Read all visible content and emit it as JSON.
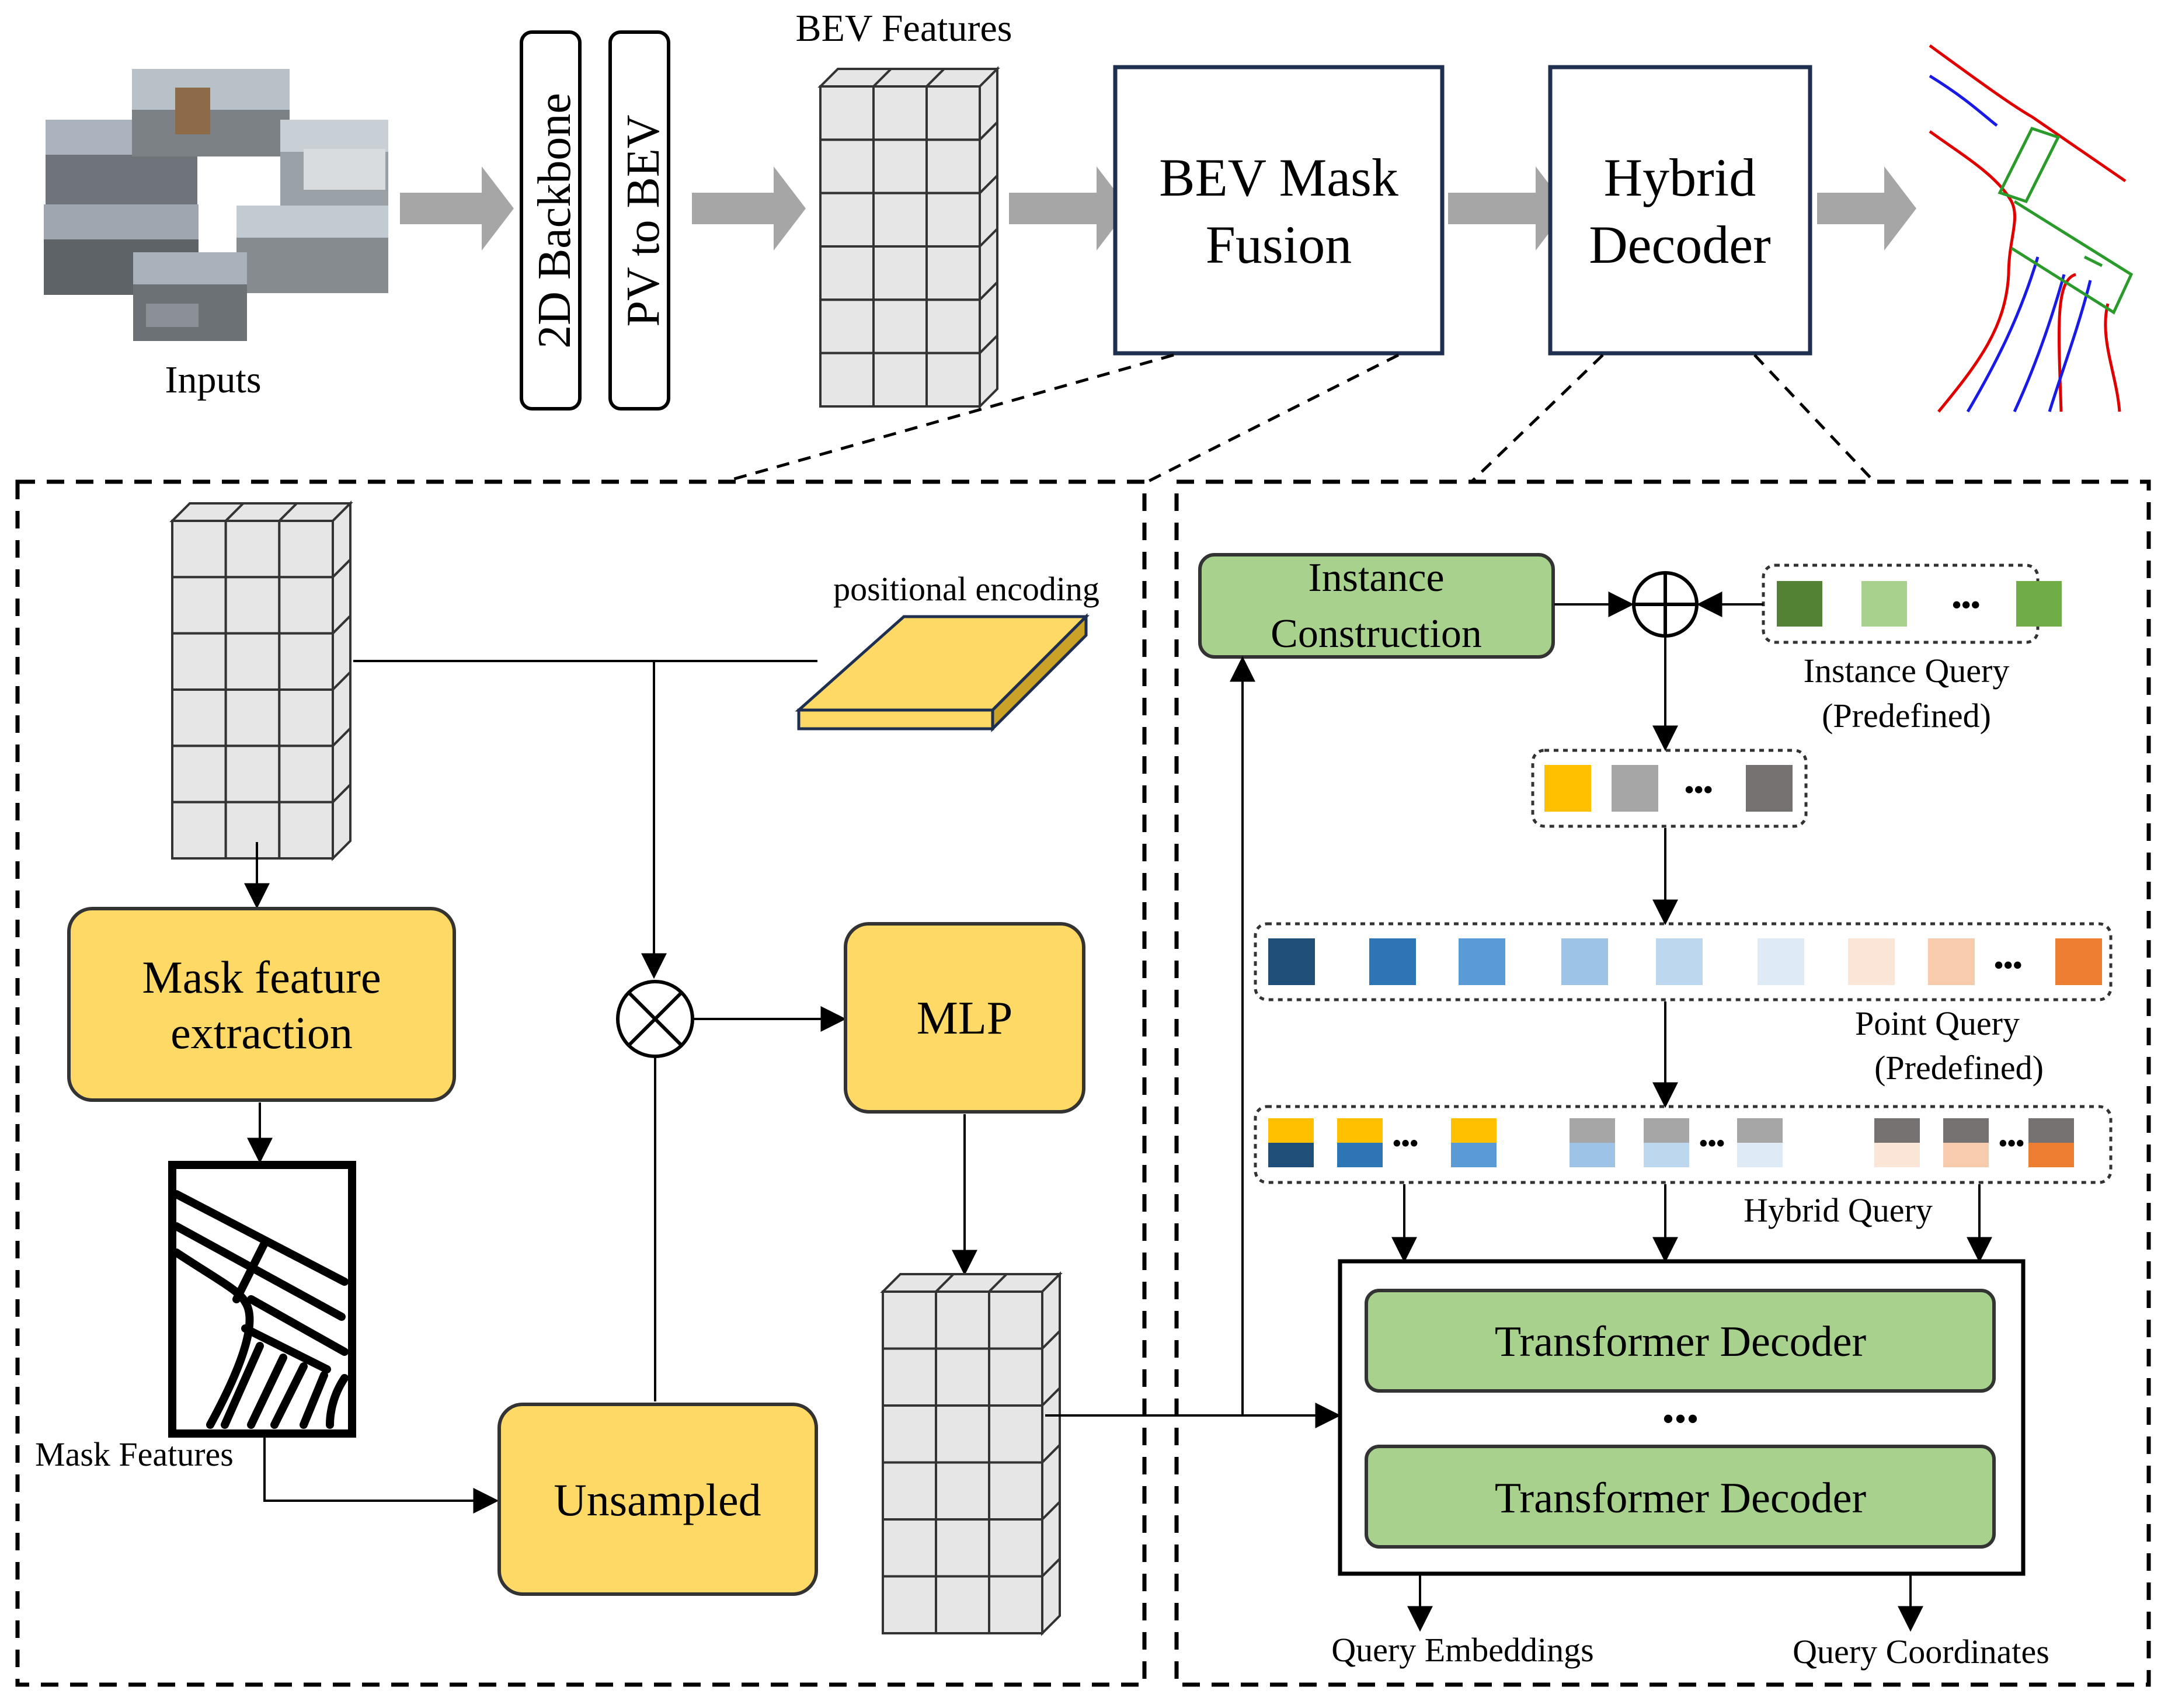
{
  "top": {
    "inputs_label": "Inputs",
    "backbone_label": "2D Backbone",
    "pv_to_bev_label": "PV to BEV",
    "bev_features_label": "BEV Features",
    "mask_fusion_line1": "BEV Mask",
    "mask_fusion_line2": "Fusion",
    "hybrid_decoder_line1": "Hybrid",
    "hybrid_decoder_line2": "Decoder"
  },
  "mask_fusion": {
    "positional_encoding_label": "positional encoding",
    "mask_feature_line1": "Mask feature",
    "mask_feature_line2": "extraction",
    "mask_features_label": "Mask Features",
    "unsampled_label": "Unsampled",
    "mlp_label": "MLP"
  },
  "decoder": {
    "instance_construction_line1": "Instance",
    "instance_construction_line2": "Construction",
    "instance_query_line1": "Instance Query",
    "instance_query_line2": "(Predefined)",
    "point_query_line1": "Point Query",
    "point_query_line2": "(Predefined)",
    "hybrid_query_label": "Hybrid Query",
    "transformer_decoder_1": "Transformer Decoder",
    "transformer_decoder_2": "Transformer Decoder",
    "ellipsis": "•••",
    "query_embeddings_label": "Query Embeddings",
    "query_coordinates_label": "Query Coordinates",
    "instance_query_colors": [
      "#548235",
      "#a9d18e",
      "#70ad47"
    ],
    "instance_tokens_colors": [
      "#ffc000",
      "#a6a6a6",
      "#767171"
    ],
    "point_query_colors": [
      "#1f4e79",
      "#2e75b6",
      "#5b9bd5",
      "#9dc3e6",
      "#bdd7ee",
      "#deebf7",
      "#fbe5d6",
      "#f8cbad",
      "#ed7d31"
    ]
  },
  "colors": {
    "yellow_block": "#ffd966",
    "green_block": "#a9d18e",
    "arrow_gray": "#a6a6a6",
    "grid_cell": "#e7e6e6",
    "road_red": "#e00000",
    "road_blue": "#1a1ae6",
    "road_green": "#2a9a2a"
  }
}
